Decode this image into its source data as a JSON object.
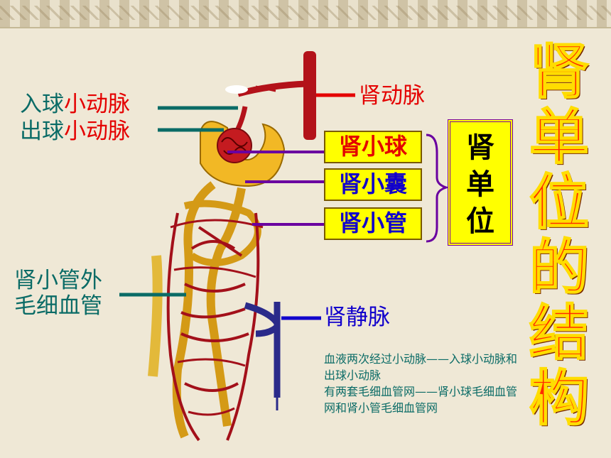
{
  "labels": {
    "afferent": {
      "prefix": "入球",
      "main": "小动脉"
    },
    "efferent": {
      "prefix": "出球",
      "main": "小动脉"
    },
    "peritubular_line1": "肾小管外",
    "peritubular_line2": "毛细血管",
    "renal_artery": "肾动脉",
    "renal_vein": "肾静脉"
  },
  "parts": [
    {
      "label": "肾小球"
    },
    {
      "label": "肾小囊"
    },
    {
      "label": "肾小管"
    }
  ],
  "nephron_box": [
    "肾",
    "单",
    "位"
  ],
  "title_chars": [
    "肾",
    "单",
    "位",
    "的",
    "结",
    "构"
  ],
  "note": {
    "line1": "血液两次经过小动脉——入球小动脉和出球小动脉",
    "line2": "有两套毛细血管网——肾小球毛细血管网和肾小管毛细血管网"
  },
  "colors": {
    "teal": "#0a6b66",
    "red": "#e40000",
    "blue": "#1100cc",
    "highlight": "#ffff00"
  }
}
